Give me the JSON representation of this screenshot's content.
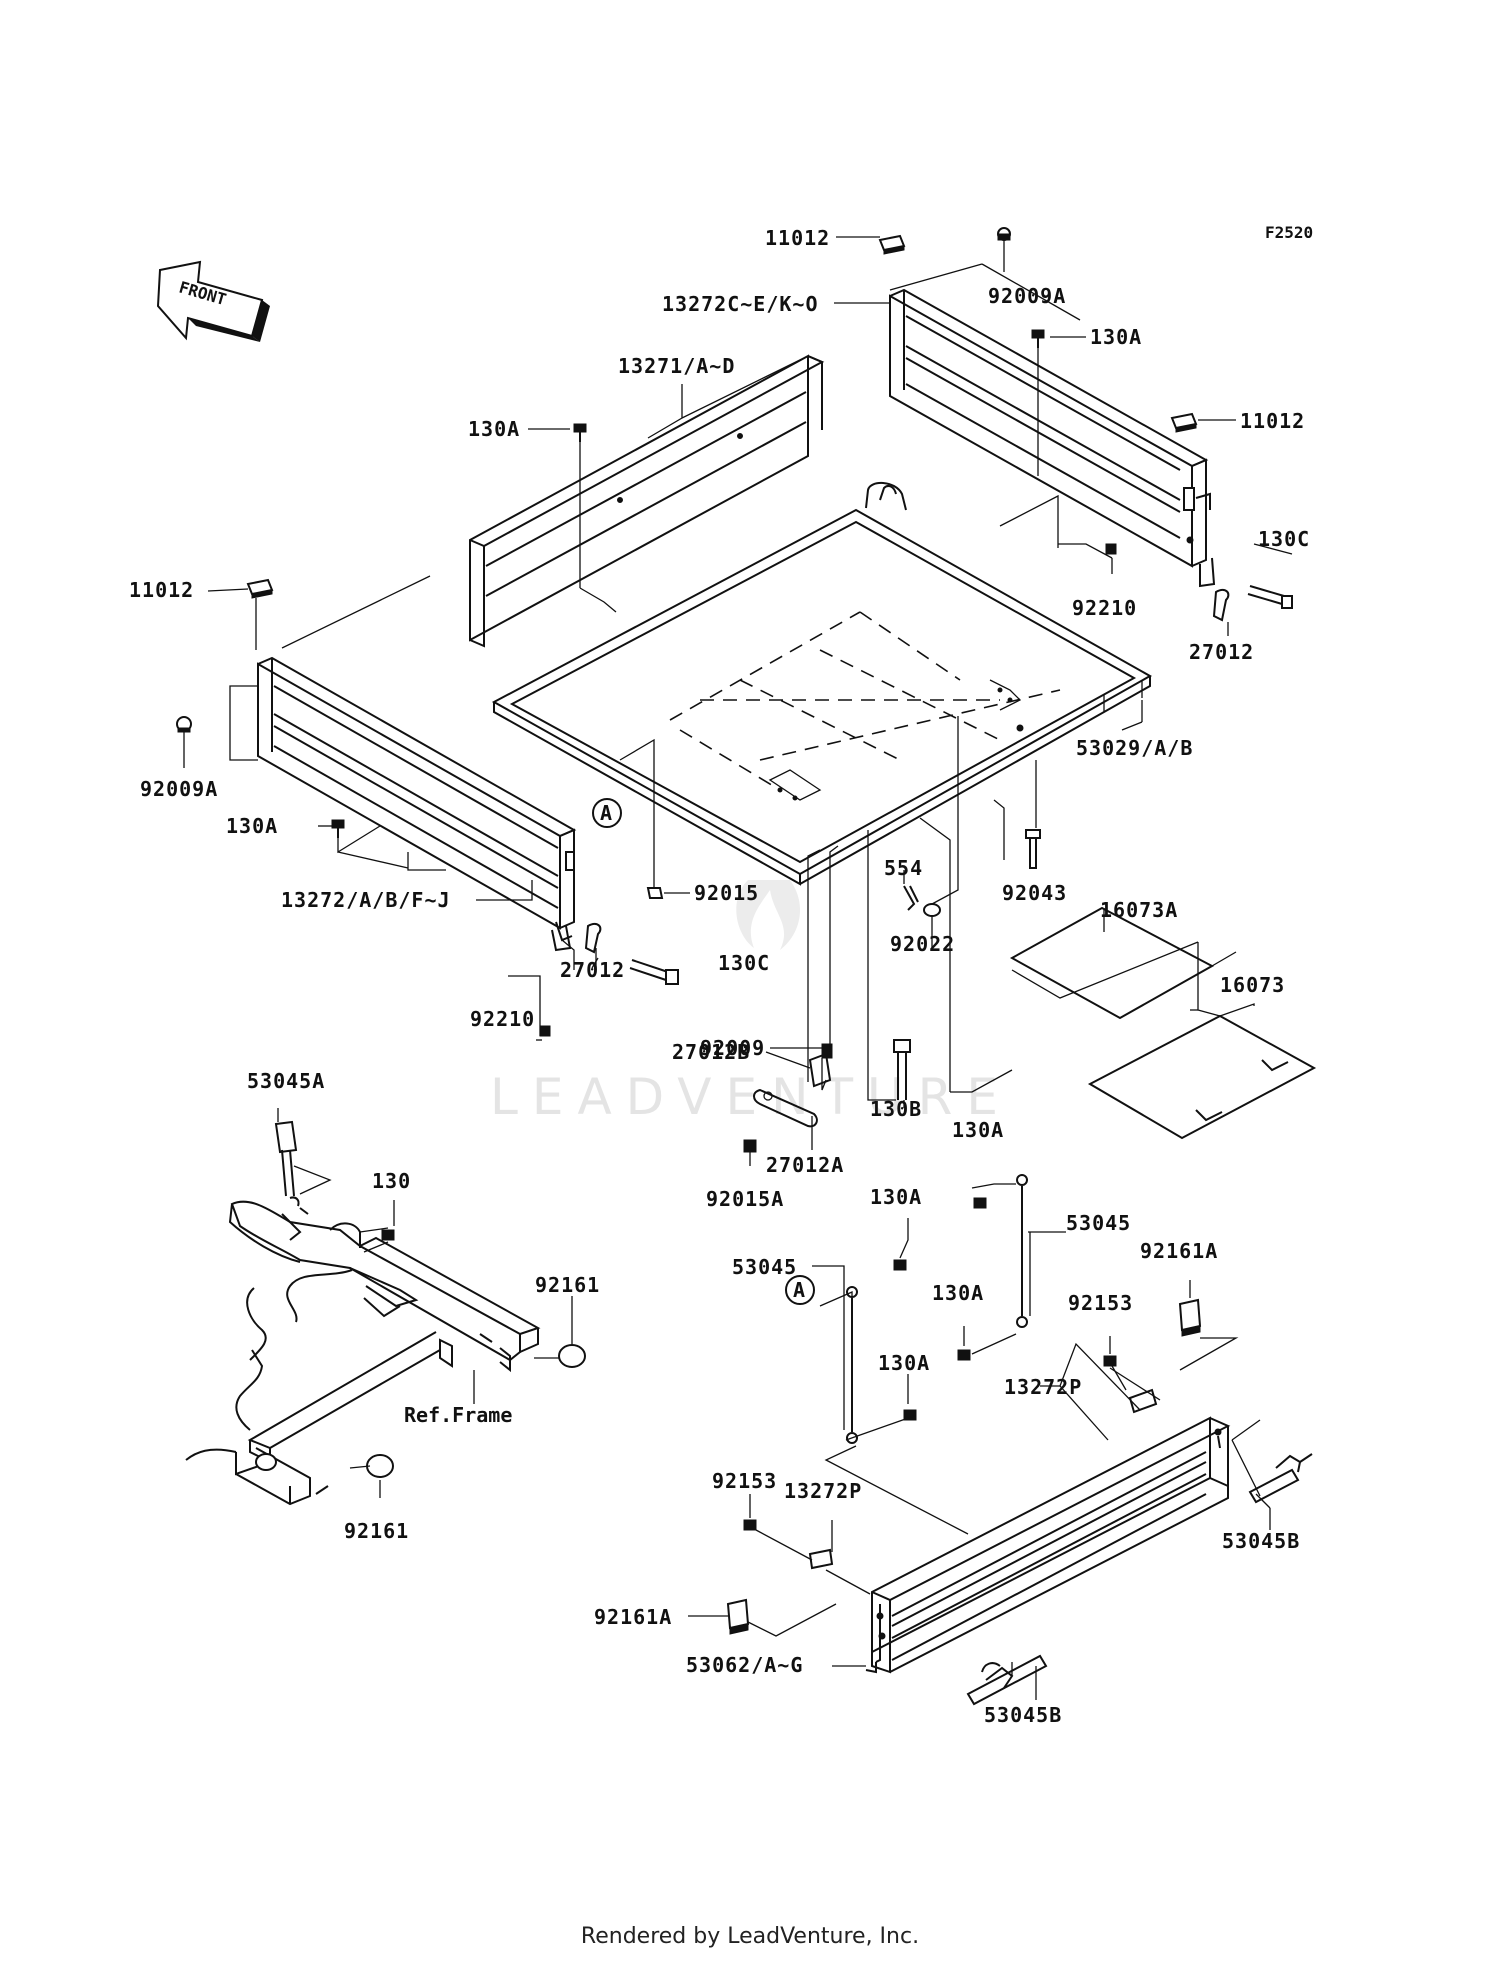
{
  "diagram_code": "F2520",
  "front_arrow_label": "FRONT",
  "watermark": "LEADVENTURE",
  "footer": "Rendered by LeadVenture, Inc.",
  "callouts": {
    "a_upper": "A",
    "a_lower": "A"
  },
  "labels": {
    "p11012_top": "11012",
    "p13272c": "13272C~E/K~O",
    "p92009a_top": "92009A",
    "p130a_r": "130A",
    "p13271": "13271/A~D",
    "p130a_mid": "130A",
    "p11012_right": "11012",
    "p130c_r": "130C",
    "p11012_left": "11012",
    "p92210_r": "92210",
    "p27012_r": "27012",
    "p53029": "53029/A/B",
    "p92009a_left": "92009A",
    "p130a_left": "130A",
    "p13272ab": "13272/A/B/F~J",
    "p92015": "92015",
    "p554": "554",
    "p92043": "92043",
    "p16073a": "16073A",
    "p130c_l": "130C",
    "p92022": "92022",
    "p16073": "16073",
    "p92210_l": "92210",
    "p27012_l": "27012",
    "p27012b": "27012B",
    "p92009": "92009",
    "p130b": "130B",
    "p53045a": "53045A",
    "p27012a": "27012A",
    "p130a_cab": "130A",
    "p130": "130",
    "p92015a": "92015A",
    "p130a_cab2": "130A",
    "p53045_r": "53045",
    "p92161a_r": "92161A",
    "p92161_r": "92161",
    "p130a_cab3": "130A",
    "p92153_r": "92153",
    "p53045_l": "53045",
    "p130a_cab4": "130A",
    "p13272p_r": "13272P",
    "ref_frame": "Ref.Frame",
    "p92161_b": "92161",
    "p92153_l": "92153",
    "p13272p_l": "13272P",
    "p53045b_r": "53045B",
    "p92161a_l": "92161A",
    "p53062": "53062/A~G",
    "p53045b_b": "53045B"
  },
  "colors": {
    "ink": "#111111",
    "background": "#ffffff",
    "watermark": "#e4e4e4"
  }
}
